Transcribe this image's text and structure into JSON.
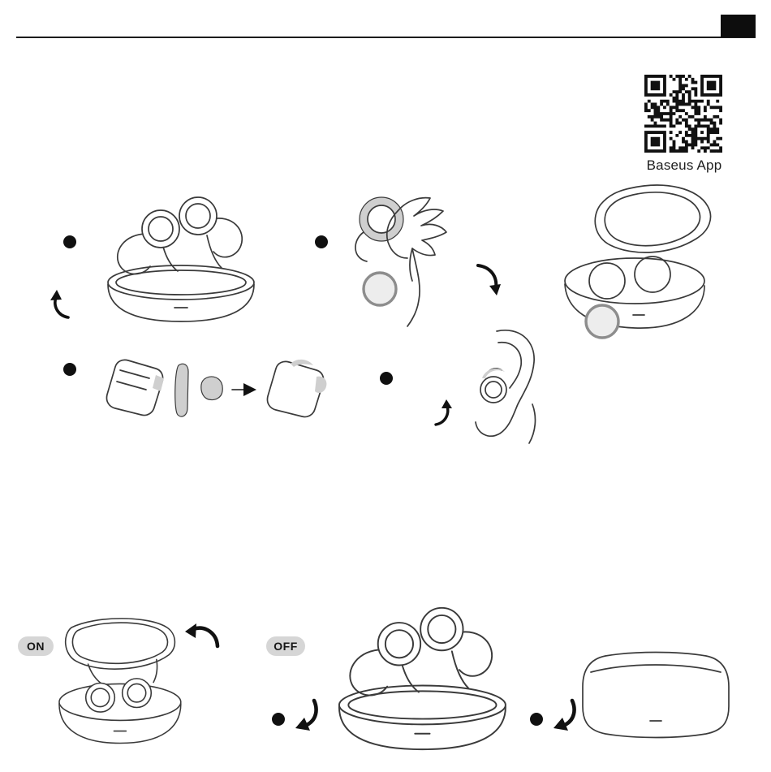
{
  "qr": {
    "caption": "Baseus App"
  },
  "power": {
    "on": "ON",
    "off": "OFF"
  },
  "colors": {
    "ink": "#3a3a3a",
    "arrow": "#111111",
    "shade": "#cfcfcf",
    "badge_bg": "#d6d6d6",
    "page_bg": "#ffffff"
  },
  "icons": {
    "qr": "qr-code-icon",
    "curved_arrow": "curved-arrow-icon",
    "step_marker": "step-dot-icon"
  }
}
